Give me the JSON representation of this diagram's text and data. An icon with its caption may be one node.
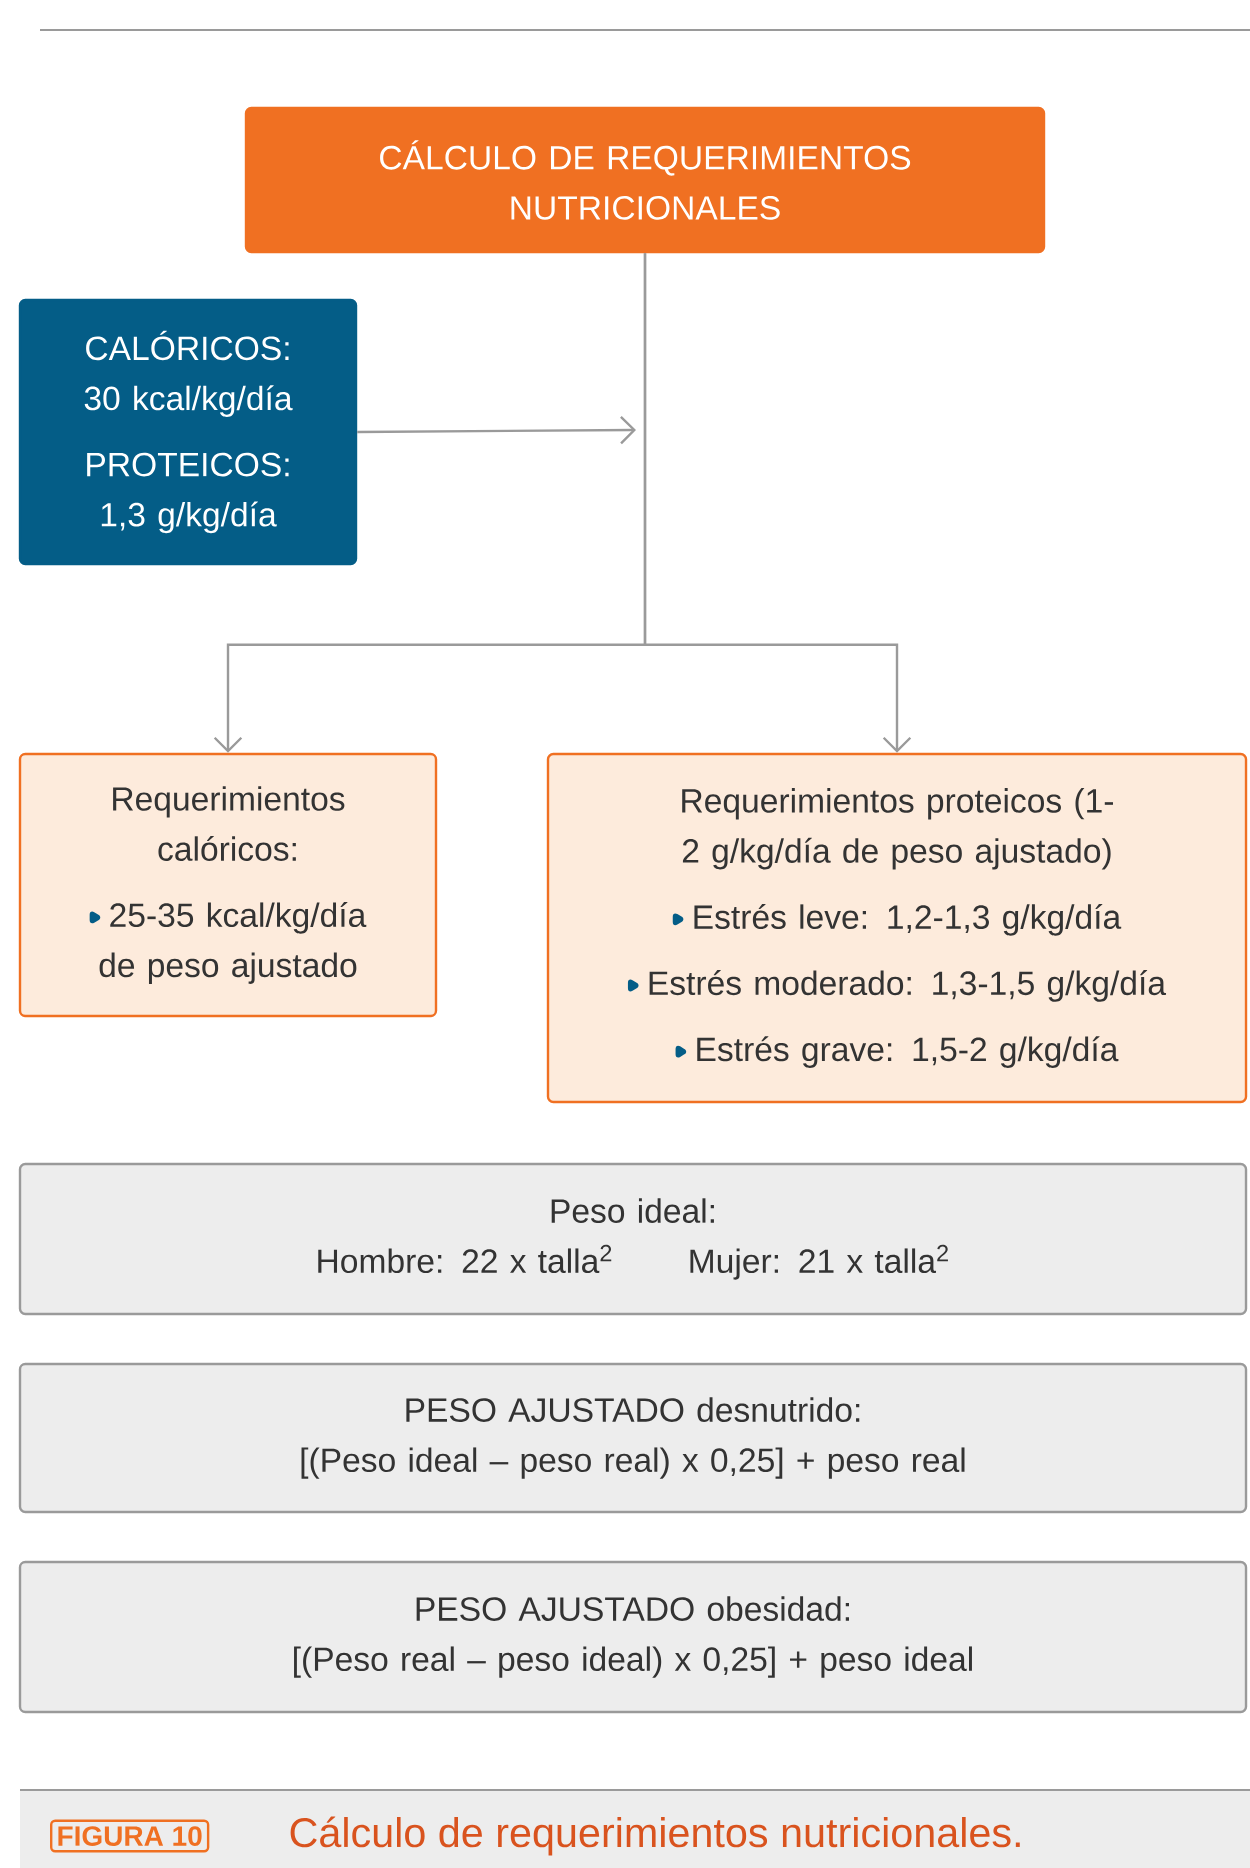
{
  "diagram": {
    "caption": "Cálculo de requerimientos nutricionales.",
    "nodes": [
      {
        "text": [
          "CÁLCULO DE REQUERIMIENTOS NUTRICIONALES"
        ]
      },
      {
        "text": [
          "CALÓRICOS:",
          "30 kcal/kg/día",
          "PROTEICOS:",
          "1,3 g/kg/día"
        ]
      },
      {
        "text": [
          "Requerimientos calóricos:",
          "25-35 kcal/kg/día de peso ajustado"
        ]
      },
      {
        "text": [
          "Requerimientos proteicos (1-2 g/kg/día de peso ajustado)",
          "Estrés leve: 1,2-1,3 g/kg/día",
          "Estrés moderado: 1,3-1,5 g/kg/día",
          "Estrés grave: 1,5-2 g/kg/día"
        ]
      },
      {
        "text": [
          "Peso ideal:",
          "Hombre: 22 x talla$^{2}$",
          "Mujer: 21 x talla$^{2}$"
        ]
      },
      {
        "text": [
          "PESO AJUSTADO desnutrido:",
          "[(Peso ideal – peso real) x 0,25] + peso real"
        ]
      },
      {
        "text": [
          "PESO AJUSTADO obesidad:",
          "[(Peso real – peso ideal) x 0,25] + peso ideal"
        ]
      }
    ],
    "edges": [
      {
        "from": 1,
        "to": null,
        "arrow": "to"
      },
      {
        "from": 0,
        "to": 2,
        "arrow": "to"
      },
      {
        "from": 0,
        "to": 3,
        "arrow": "to"
      }
    ],
    "labels": [
      "FIGURA 10"
    ]
  }
}
